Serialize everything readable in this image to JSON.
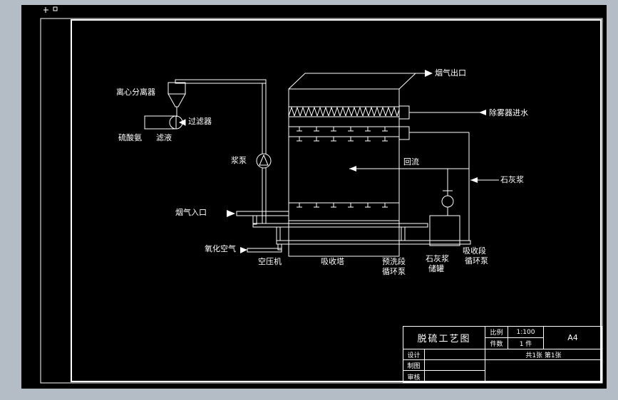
{
  "app": {
    "background_color": "#b4bcc6",
    "canvas_color": "#000000",
    "line_color": "#ffffff"
  },
  "diagram": {
    "labels": {
      "separator": "离心分离器",
      "filter": "过滤器",
      "ammonium_sulfate": "硫酸氨",
      "filtrate": "滤液",
      "slurry_pump": "浆泵",
      "flue_gas_inlet": "烟气入口",
      "oxidation_air": "氧化空气",
      "air_compressor": "空压机",
      "absorption_tower": "吸收塔",
      "prewash_pump_line1": "预洗段",
      "prewash_pump_line2": "循环泵",
      "lime_tank_line1": "石灰浆",
      "lime_tank_line2": "储罐",
      "absorption_pump_line1": "吸收段",
      "absorption_pump_line2": "循环泵",
      "flue_gas_outlet": "烟气出口",
      "demister_water": "除雾器进水",
      "reflux": "回流",
      "lime_slurry": "石灰浆"
    }
  },
  "titleblock": {
    "title": "脱硫工艺图",
    "scale_label": "比例",
    "scale_value": "1:100",
    "qty_label": "件数",
    "qty_value": "1 件",
    "sheet_size": "A4",
    "sheets": "共1张 第1张",
    "row_design": "设计",
    "row_draft": "制图",
    "row_check": "审核"
  }
}
